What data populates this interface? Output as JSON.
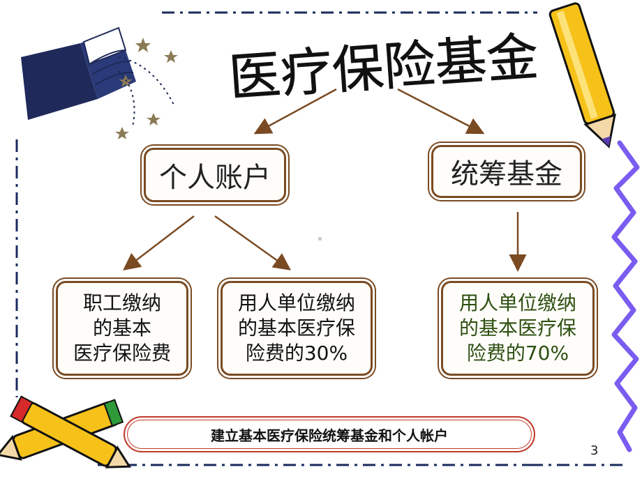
{
  "title": "医疗保险基金",
  "personal_account": "个人账户",
  "pooled_fund": "统筹基金",
  "employee_box": [
    "职工缴纳",
    "的基本",
    "医疗保险费"
  ],
  "employer_personal_box": [
    "用人单位缴纳",
    "的基本医疗保",
    "险费的30%"
  ],
  "employer_pooled_box": [
    "用人单位缴纳",
    "的基本医疗保",
    "险费的70%"
  ],
  "banner": "建立基本医疗保险统筹基金和个人帐户",
  "page_number": "3",
  "colors": {
    "arrow": "#7a4a22",
    "border": "#7a4a22",
    "green_text": "#2d4f10",
    "banner_border": "#c0392b",
    "frame": "#1a2a5c"
  },
  "icons": [
    "book-icon",
    "stars-icon",
    "pencil-icon",
    "crossed-pencils-icon",
    "purple-squiggle-icon"
  ]
}
